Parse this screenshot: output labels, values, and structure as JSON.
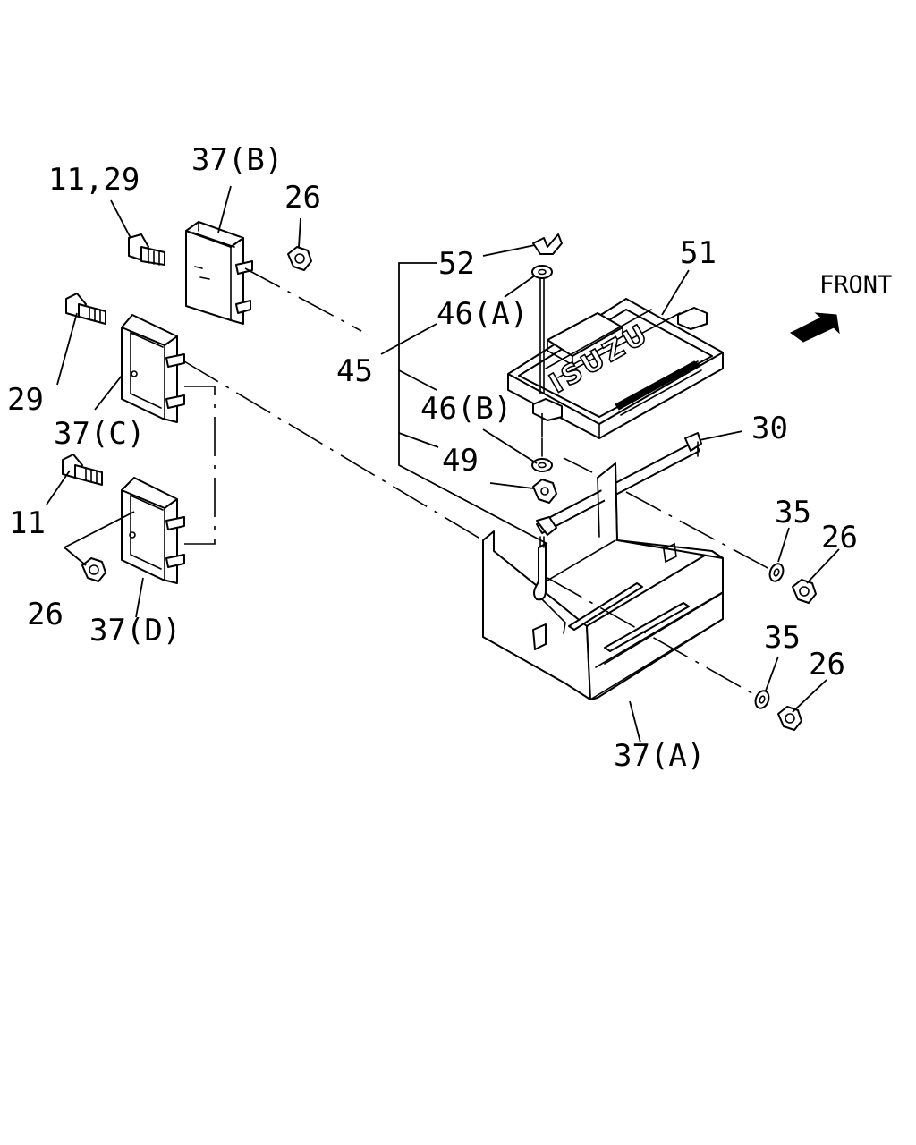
{
  "front_label": "FRONT",
  "callouts": {
    "c_11_29": "11,29",
    "c_37b": "37(B)",
    "c_26_top": "26",
    "c_52": "52",
    "c_51": "51",
    "c_46a": "46(A)",
    "c_45": "45",
    "c_29": "29",
    "c_37c": "37(C)",
    "c_46b": "46(B)",
    "c_30": "30",
    "c_49": "49",
    "c_11": "11",
    "c_35_a": "35",
    "c_26_right_a": "26",
    "c_26_left": "26",
    "c_37d": "37(D)",
    "c_35_b": "35",
    "c_26_right_b": "26",
    "c_37a": "37(A)"
  },
  "logo_text": "ISUZU"
}
